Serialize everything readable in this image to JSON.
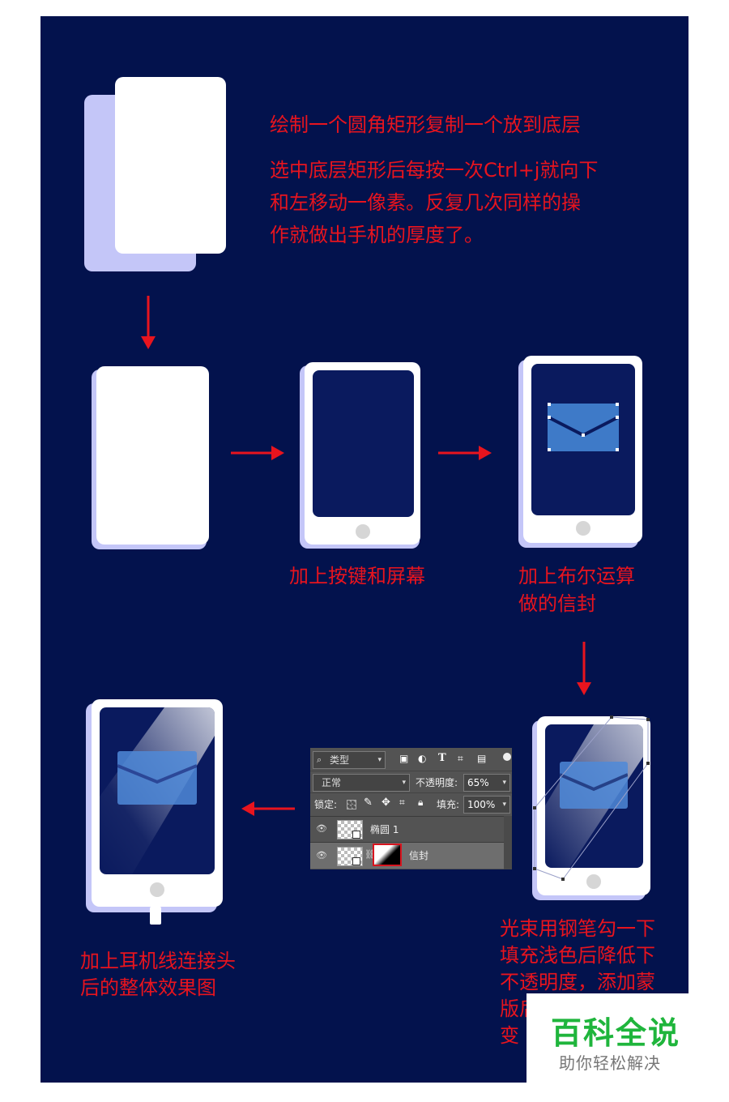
{
  "texts": {
    "step1_line1": "绘制一个圆角矩形复制一个放到底层",
    "step1_line2": "选中底层矩形后每按一次Ctrl+j就向下",
    "step1_line3": "和左移动一像素。反复几次同样的操",
    "step1_line4": "作就做出手机的厚度了。",
    "step3": "加上按键和屏幕",
    "step4_line1": "加上布尔运算",
    "step4_line2": "做的信封",
    "step5_line1": "光束用钢笔勾一下",
    "step5_line2": "填充浅色后降低下",
    "step5_line3": "不透明度，添加蒙",
    "step5_line4": "版后",
    "step5_line5": "变",
    "step6_line1": "加上耳机线连接头",
    "step6_line2": "后的整体效果图"
  },
  "layers_panel": {
    "filter_kind": "类型",
    "blend_mode": "正常",
    "opacity_label": "不透明度:",
    "opacity_value": "65%",
    "lock_label": "锁定:",
    "fill_label": "填充:",
    "fill_value": "100%",
    "layers": [
      {
        "name": "椭圆 1",
        "has_mask": false,
        "visible": true
      },
      {
        "name": "信封",
        "has_mask": true,
        "visible": true
      }
    ]
  },
  "watermark": {
    "title": "百科全说",
    "subtitle": "助你轻松解决"
  },
  "colors": {
    "background": "#03124d",
    "annotation_text": "#e8141e",
    "phone_body": "#ffffff",
    "phone_shadow": "#c4c6f8",
    "screen": "#0a1a5e",
    "envelope": "#3e7ac8",
    "watermark_green": "#1fb53c"
  }
}
